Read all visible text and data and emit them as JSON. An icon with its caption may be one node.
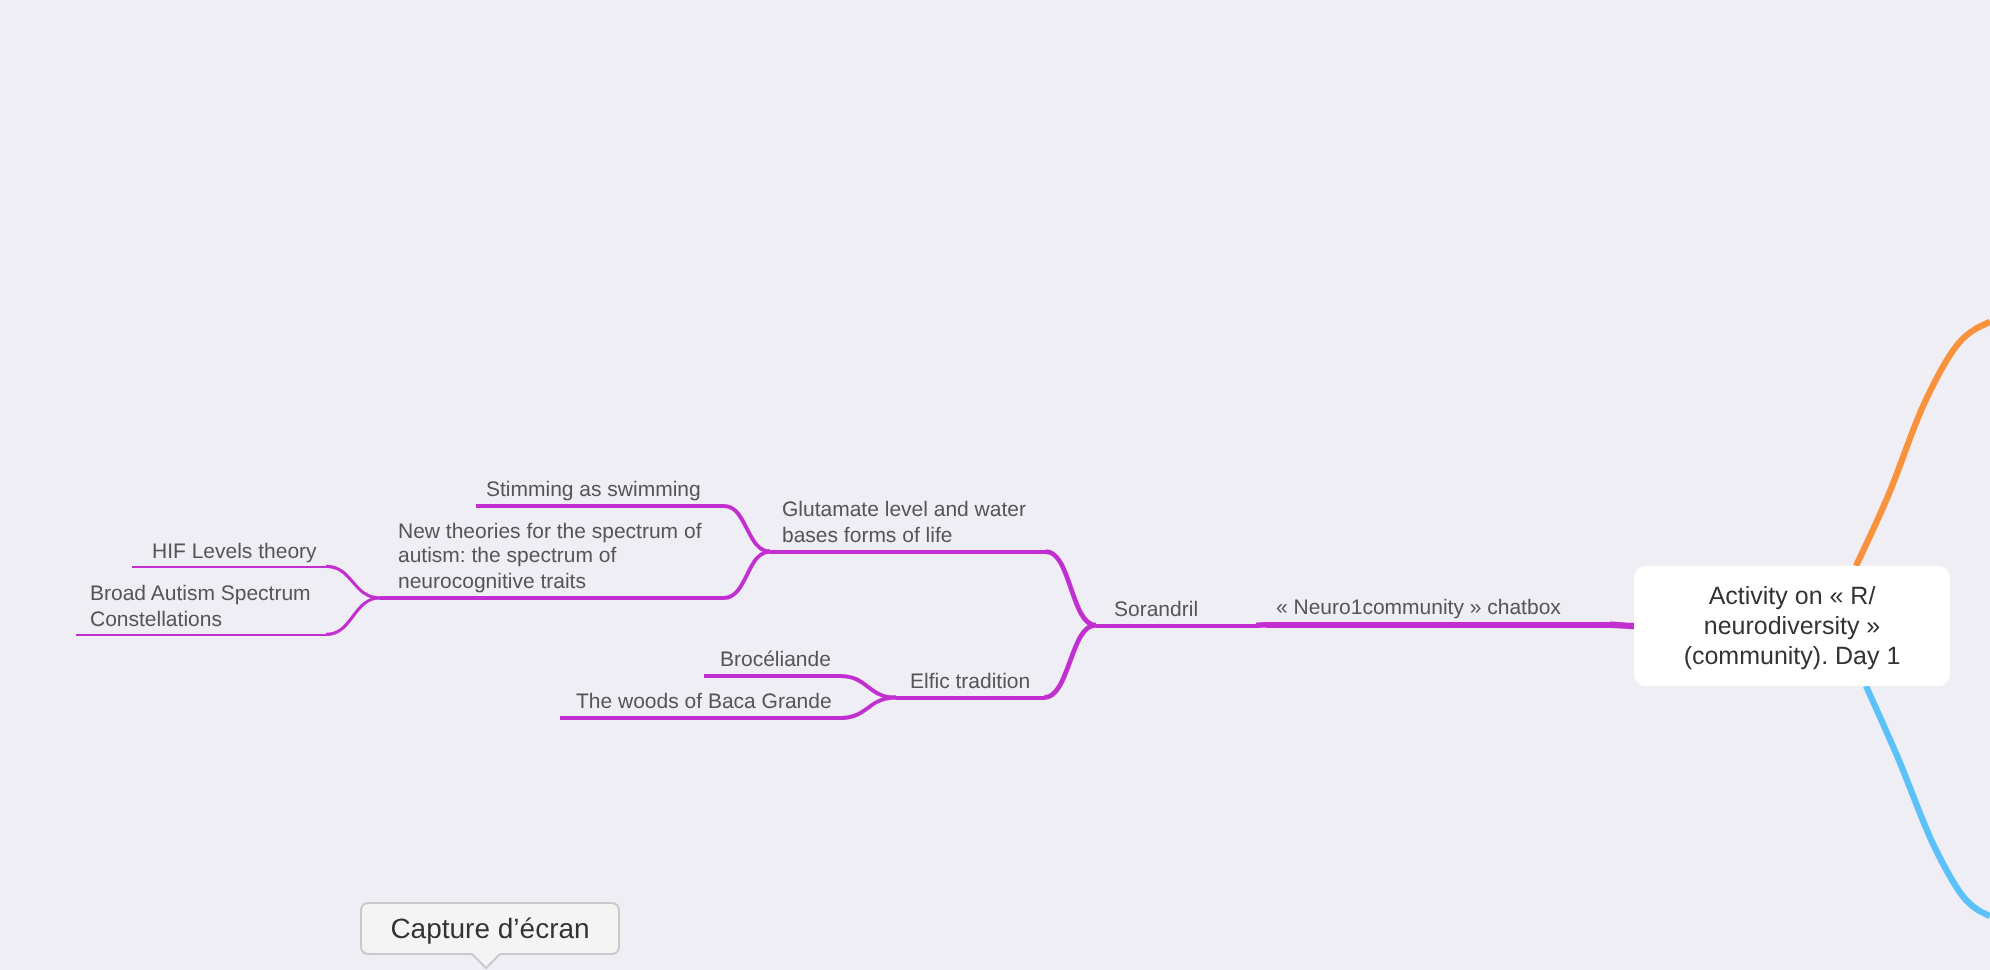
{
  "diagram": {
    "nodes": [
      {
        "text": [
          "Activity on « R/ neurodiversity » (community). Day 1"
        ]
      },
      {
        "text": [
          "« Neuro1community » chatbox"
        ]
      },
      {
        "text": [
          "Sorandril"
        ]
      },
      {
        "text": [
          "Glutamate level and water bases forms of life"
        ]
      },
      {
        "text": [
          "Stimming as swimming"
        ]
      },
      {
        "text": [
          "New theories for the spectrum of autism: the spectrum of neurocognitive traits"
        ]
      },
      {
        "text": [
          "HIF Levels theory"
        ]
      },
      {
        "text": [
          "Broad Autism Spectrum Constellations"
        ]
      },
      {
        "text": [
          "Elfic tradition"
        ]
      },
      {
        "text": [
          "Brocéliande"
        ]
      },
      {
        "text": [
          "The woods of Baca Grande"
        ]
      }
    ],
    "edges": [
      {
        "from": 0,
        "to": 1,
        "arrow": "none"
      },
      {
        "from": 1,
        "to": 2,
        "arrow": "none"
      },
      {
        "from": 2,
        "to": 3,
        "arrow": "none"
      },
      {
        "from": 3,
        "to": 4,
        "arrow": "none"
      },
      {
        "from": 3,
        "to": 5,
        "arrow": "none"
      },
      {
        "from": 5,
        "to": 6,
        "arrow": "none"
      },
      {
        "from": 5,
        "to": 7,
        "arrow": "none"
      },
      {
        "from": 2,
        "to": 8,
        "arrow": "none"
      },
      {
        "from": 8,
        "to": 9,
        "arrow": "none"
      },
      {
        "from": 8,
        "to": 10,
        "arrow": "none"
      },
      {
        "from": 0,
        "to": null,
        "arrow": "none",
        "color": "#f8923c"
      },
      {
        "from": 0,
        "to": null,
        "arrow": "none",
        "color": "#5bc1f8"
      }
    ],
    "labels": [
      "Capture d’écran"
    ]
  }
}
